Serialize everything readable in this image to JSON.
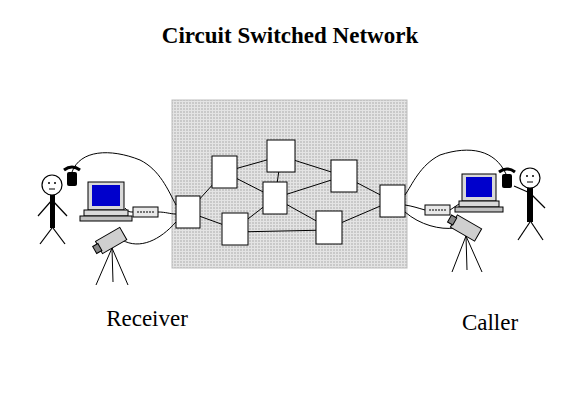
{
  "diagram": {
    "title": "Circuit Switched Network",
    "labels": [
      "Receiver",
      "Caller"
    ]
  }
}
